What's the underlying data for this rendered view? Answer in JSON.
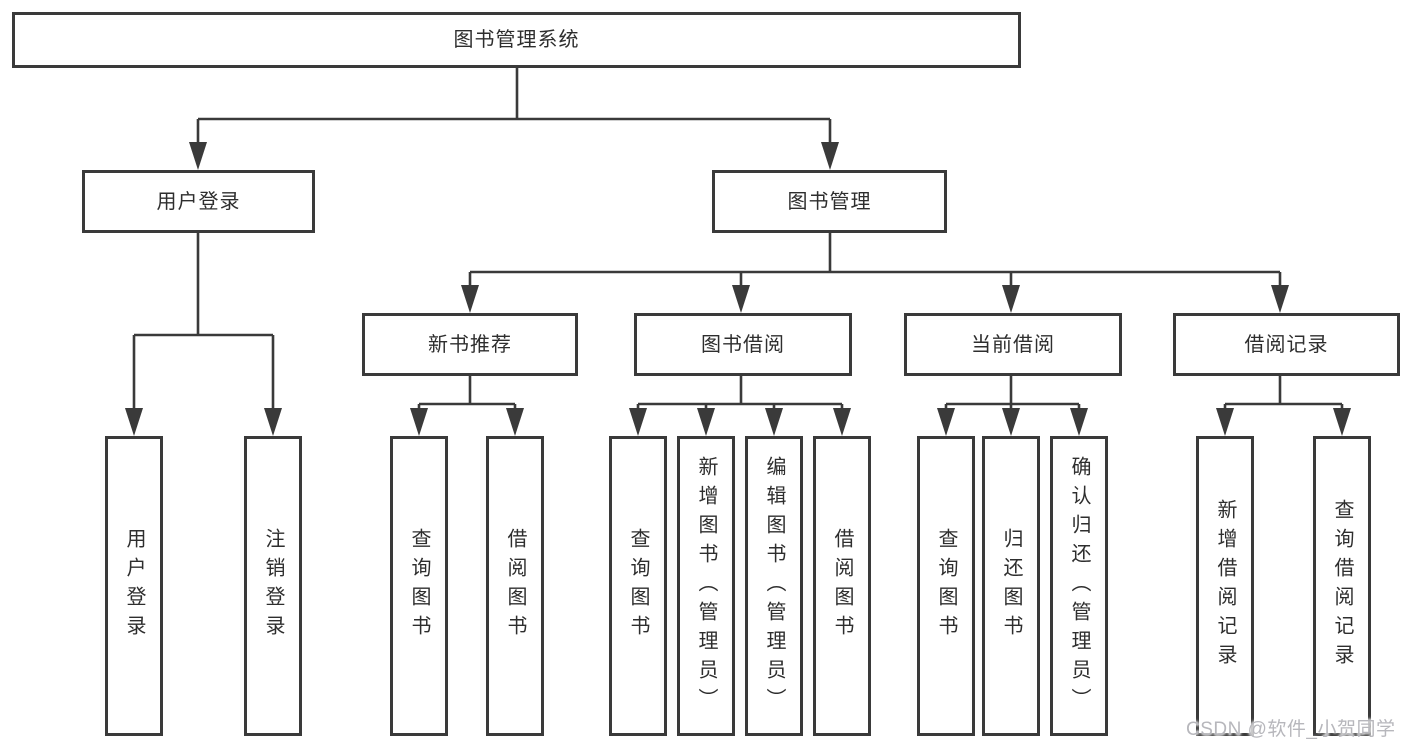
{
  "tree": {
    "root": {
      "label": "图书管理系统"
    },
    "branches": [
      {
        "label": "用户登录",
        "children": [
          "用户登录",
          "注销登录"
        ]
      },
      {
        "label": "图书管理",
        "sections": [
          {
            "label": "新书推荐",
            "children": [
              "查询图书",
              "借阅图书"
            ]
          },
          {
            "label": "图书借阅",
            "children": [
              "查询图书",
              "新增图书（管理员）",
              "编辑图书（管理员）",
              "借阅图书"
            ]
          },
          {
            "label": "当前借阅",
            "children": [
              "查询图书",
              "归还图书",
              "确认归还（管理员）"
            ]
          },
          {
            "label": "借阅记录",
            "children": [
              "新增借阅记录",
              "查询借阅记录"
            ]
          }
        ]
      }
    ]
  },
  "watermark": {
    "text": "CSDN @软件_小贺同学"
  },
  "colors": {
    "line": "#3a3a3a",
    "box_border": "#3a3a3a",
    "text": "#2e2e2e",
    "watermark_text": "#b7b7bc",
    "background": "#ffffff"
  }
}
